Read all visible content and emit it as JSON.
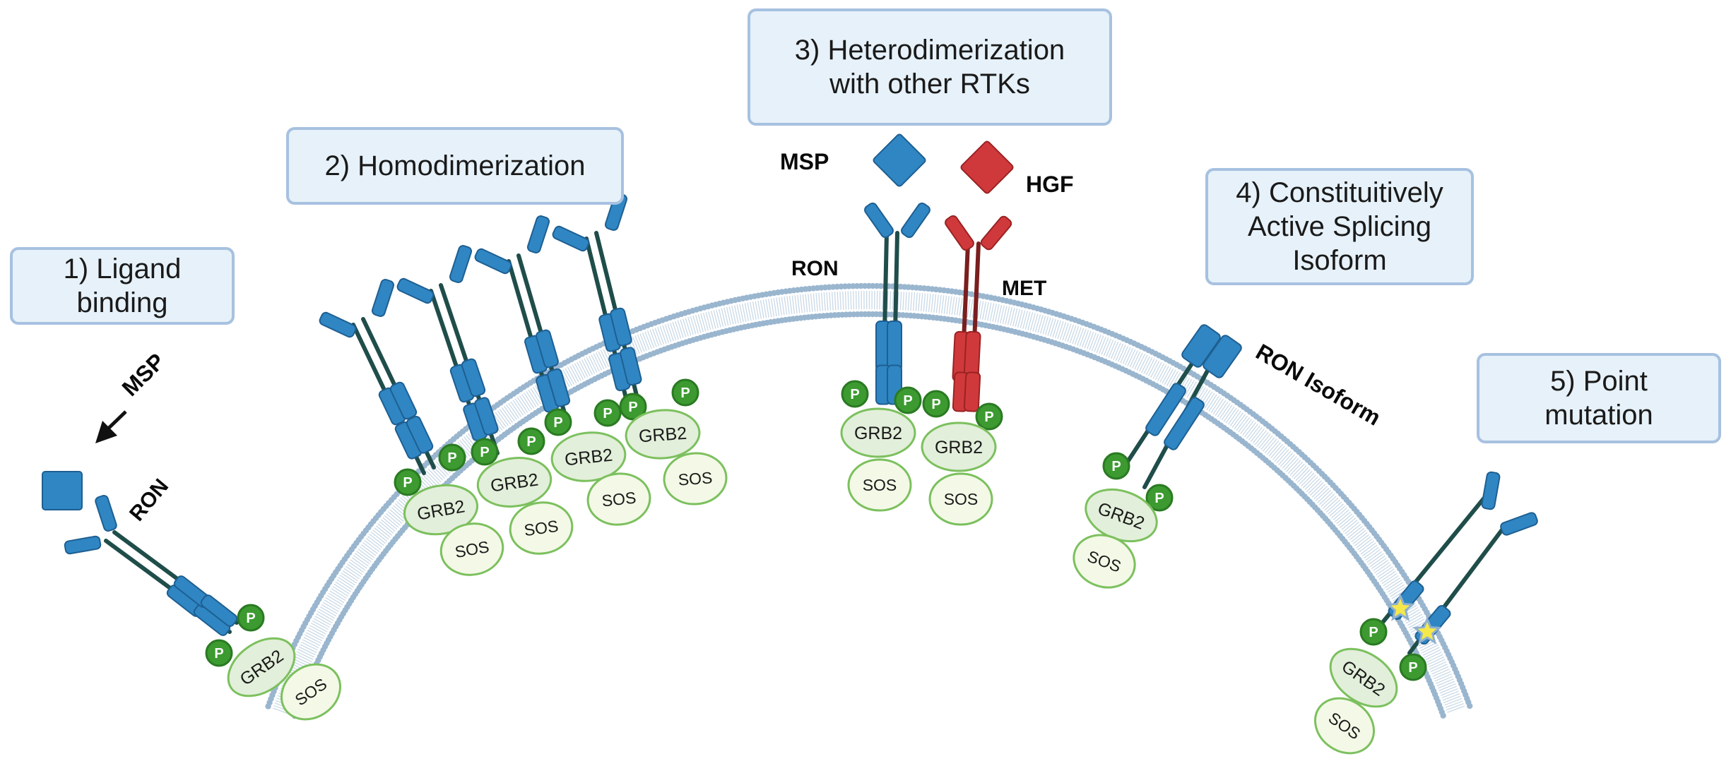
{
  "boxes": {
    "b1": [
      "1) Ligand",
      "binding"
    ],
    "b2": [
      "2) Homodimerization"
    ],
    "b3": [
      "3) Heterodimerization",
      "with other RTKs"
    ],
    "b4": [
      "4) Constituitively",
      "Active Splicing",
      "Isoform"
    ],
    "b5": [
      "5) Point",
      "mutation"
    ]
  },
  "labels": {
    "msp": "MSP",
    "ron": "RON",
    "hgf": "HGF",
    "met": "MET",
    "ron_isoform": "RON Isoform"
  },
  "proteins": {
    "grb2": "GRB2",
    "sos": "SOS",
    "p": "P"
  },
  "colors": {
    "ron_blue": "#2f86c3",
    "ron_stem": "#1f4d4a",
    "met_red": "#d0393b",
    "met_stem": "#7a1e1e",
    "phospho_green": "#3c9a30",
    "grb2_fill": "#e2efda",
    "sos_fill": "#f3f9e6",
    "protein_outline": "#7cc05e",
    "membrane": "#9ab6cf",
    "box_fill": "#e6f1f9",
    "box_border": "#a7c1e0",
    "mutation_star": "#f5e84a"
  }
}
